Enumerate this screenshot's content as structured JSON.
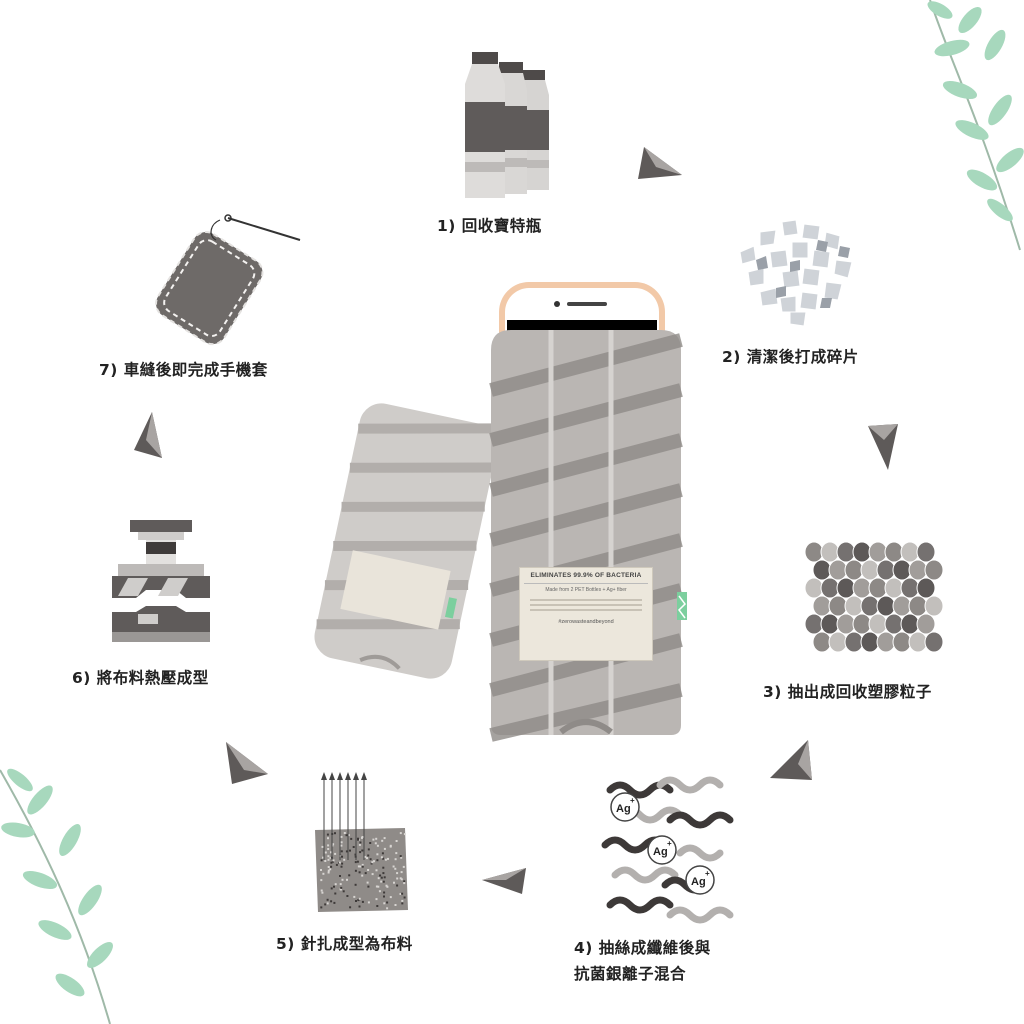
{
  "steps": [
    {
      "label": "1) 回收寶特瓶"
    },
    {
      "label": "2) 清潔後打成碎片"
    },
    {
      "label": "3) 抽出成回收塑膠粒子"
    },
    {
      "label": "4) 抽絲成纖維後與\n 抗菌銀離子混合"
    },
    {
      "label": "5) 針扎成型為布料"
    },
    {
      "label": "6) 將布料熱壓成型"
    },
    {
      "label": "7) 車縫後即完成手機套"
    }
  ],
  "ion_symbol": "Ag",
  "ion_charge": "+",
  "case_tag": {
    "headline": "ELIMINATES 99.9% OF BACTERIA",
    "subline": "Made from 2 PET Bottles + Ag+ fiber",
    "hashtag": "#zerowasteandbeyond"
  },
  "colors": {
    "felt": "#a9a6a3",
    "felt_dark": "#5f5b58",
    "arrow": "#9c9896",
    "leaf": "#8cc9a8",
    "phone_gold": "#f2c9a8"
  }
}
